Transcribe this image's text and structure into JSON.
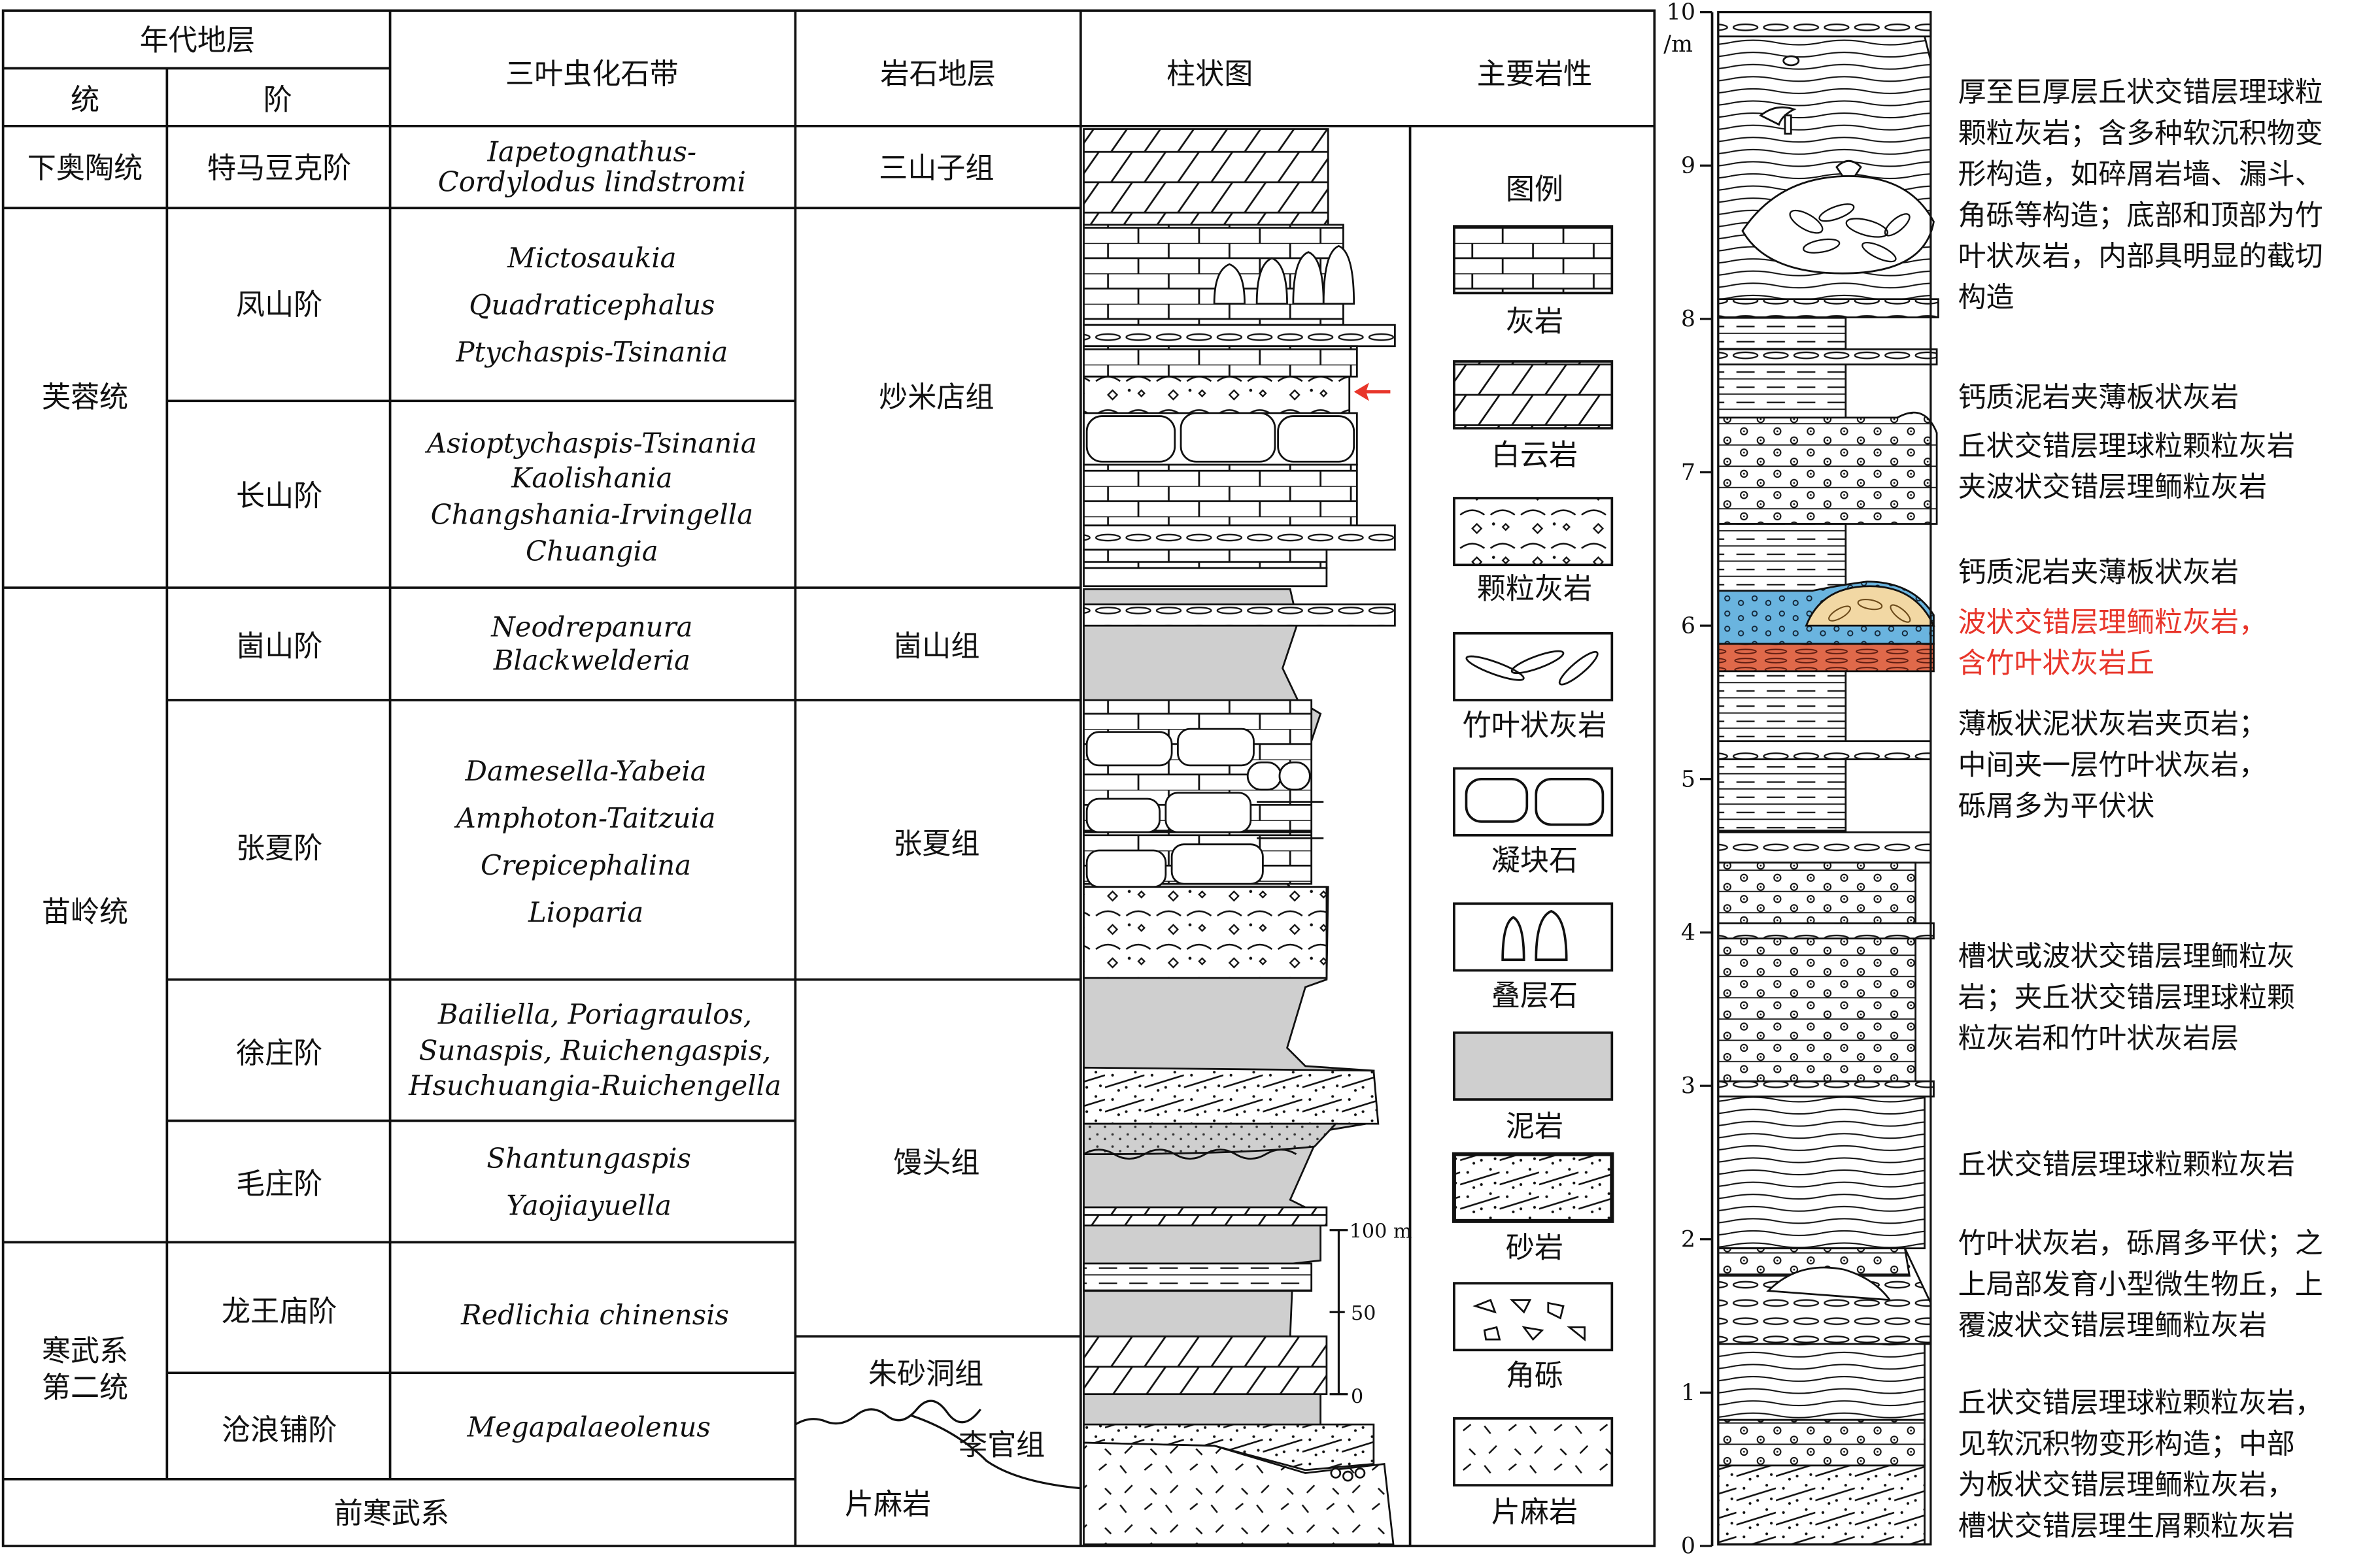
{
  "table": {
    "headers": {
      "chrono": "年代地层",
      "series": "统",
      "stage": "阶",
      "trilobite": "三叶虫化石带",
      "lithostrat": "岩石地层",
      "column": "柱状图",
      "lithology": "主要岩性"
    },
    "series": [
      "下奥陶统",
      "芙蓉统",
      "苗岭统",
      "寒武系",
      "第二统"
    ],
    "stages": [
      "特马豆克阶",
      "凤山阶",
      "长山阶",
      "崮山阶",
      "张夏阶",
      "徐庄阶",
      "毛庄阶",
      "龙王庙阶",
      "沧浪铺阶"
    ],
    "precambrian": "前寒武系",
    "zones": [
      [
        "Iapetognathus-",
        "Cordylodus lindstromi"
      ],
      [
        "Mictosaukia",
        "Quadraticephalus",
        "Ptychaspis-Tsinania"
      ],
      [
        "Asioptychaspis-Tsinania",
        "Kaolishania",
        "Changshania-Irvingella",
        "Chuangia"
      ],
      [
        "Neodrepanura",
        "Blackwelderia"
      ],
      [
        "Damesella-Yabeia",
        "Amphoton-Taitzuia",
        "Crepicephalina",
        "Lioparia"
      ],
      [
        "Bailiella, Poriagraulos,",
        "Sunaspis, Ruichengaspis,",
        "Hsuchuangia-Ruichengella"
      ],
      [
        "Shantungaspis",
        "Yaojiayuella"
      ],
      [
        "Redlichia chinensis"
      ],
      [
        "Megapalaeolenus"
      ]
    ],
    "formations": [
      "三山子组",
      "炒米店组",
      "崮山组",
      "张夏组",
      "馒头组",
      "朱砂洞组",
      "李官组",
      "片麻岩"
    ],
    "scale_bar": [
      "100 m",
      "50",
      "0"
    ]
  },
  "legend": {
    "title": "图例",
    "items": [
      "灰岩",
      "白云岩",
      "颗粒灰岩",
      "竹叶状灰岩",
      "凝块石",
      "叠层石",
      "泥岩",
      "砂岩",
      "角砾",
      "片麻岩"
    ]
  },
  "detail": {
    "axis_unit": "/m",
    "ticks": [
      "10",
      "9",
      "8",
      "7",
      "6",
      "5",
      "4",
      "3",
      "2",
      "1",
      "0"
    ],
    "descriptions": [
      [
        "厚至巨厚层丘状交错层理球粒",
        "颗粒灰岩；含多种软沉积物变",
        "形构造，如碎屑岩墙、漏斗、",
        "角砾等构造；底部和顶部为竹",
        "叶状灰岩，内部具明显的截切",
        "构造"
      ],
      [
        "钙质泥岩夹薄板状灰岩"
      ],
      [
        "丘状交错层理球粒颗粒灰岩",
        "夹波状交错层理鲕粒灰岩"
      ],
      [
        "钙质泥岩夹薄板状灰岩"
      ],
      [
        "波状交错层理鲕粒灰岩，",
        "含竹叶状灰岩丘"
      ],
      [
        "薄板状泥状灰岩夹页岩；",
        "中间夹一层竹叶状灰岩，",
        "砾屑多为平伏状"
      ],
      [
        "槽状或波状交错层理鲕粒灰",
        "岩；夹丘状交错层理球粒颗",
        "粒灰岩和竹叶状灰岩层"
      ],
      [
        "丘状交错层理球粒颗粒灰岩"
      ],
      [
        "竹叶状灰岩，砾屑多平伏；之",
        "上局部发育小型微生物丘，上",
        "覆波状交错层理鲕粒灰岩"
      ],
      [
        "丘状交错层理球粒颗粒灰岩，",
        "见软沉积物变形构造；中部",
        "为板状交错层理鲕粒灰岩，",
        "槽状交错层理生屑颗粒灰岩"
      ]
    ]
  },
  "colors": {
    "highlight_text": "#e8352a",
    "blue_bed": "#6ab4df",
    "orange_bed": "#e0694a",
    "tan_mound": "#f2d8a4",
    "mud_gray": "#cfcfcf",
    "arrow": "#e8352a"
  }
}
